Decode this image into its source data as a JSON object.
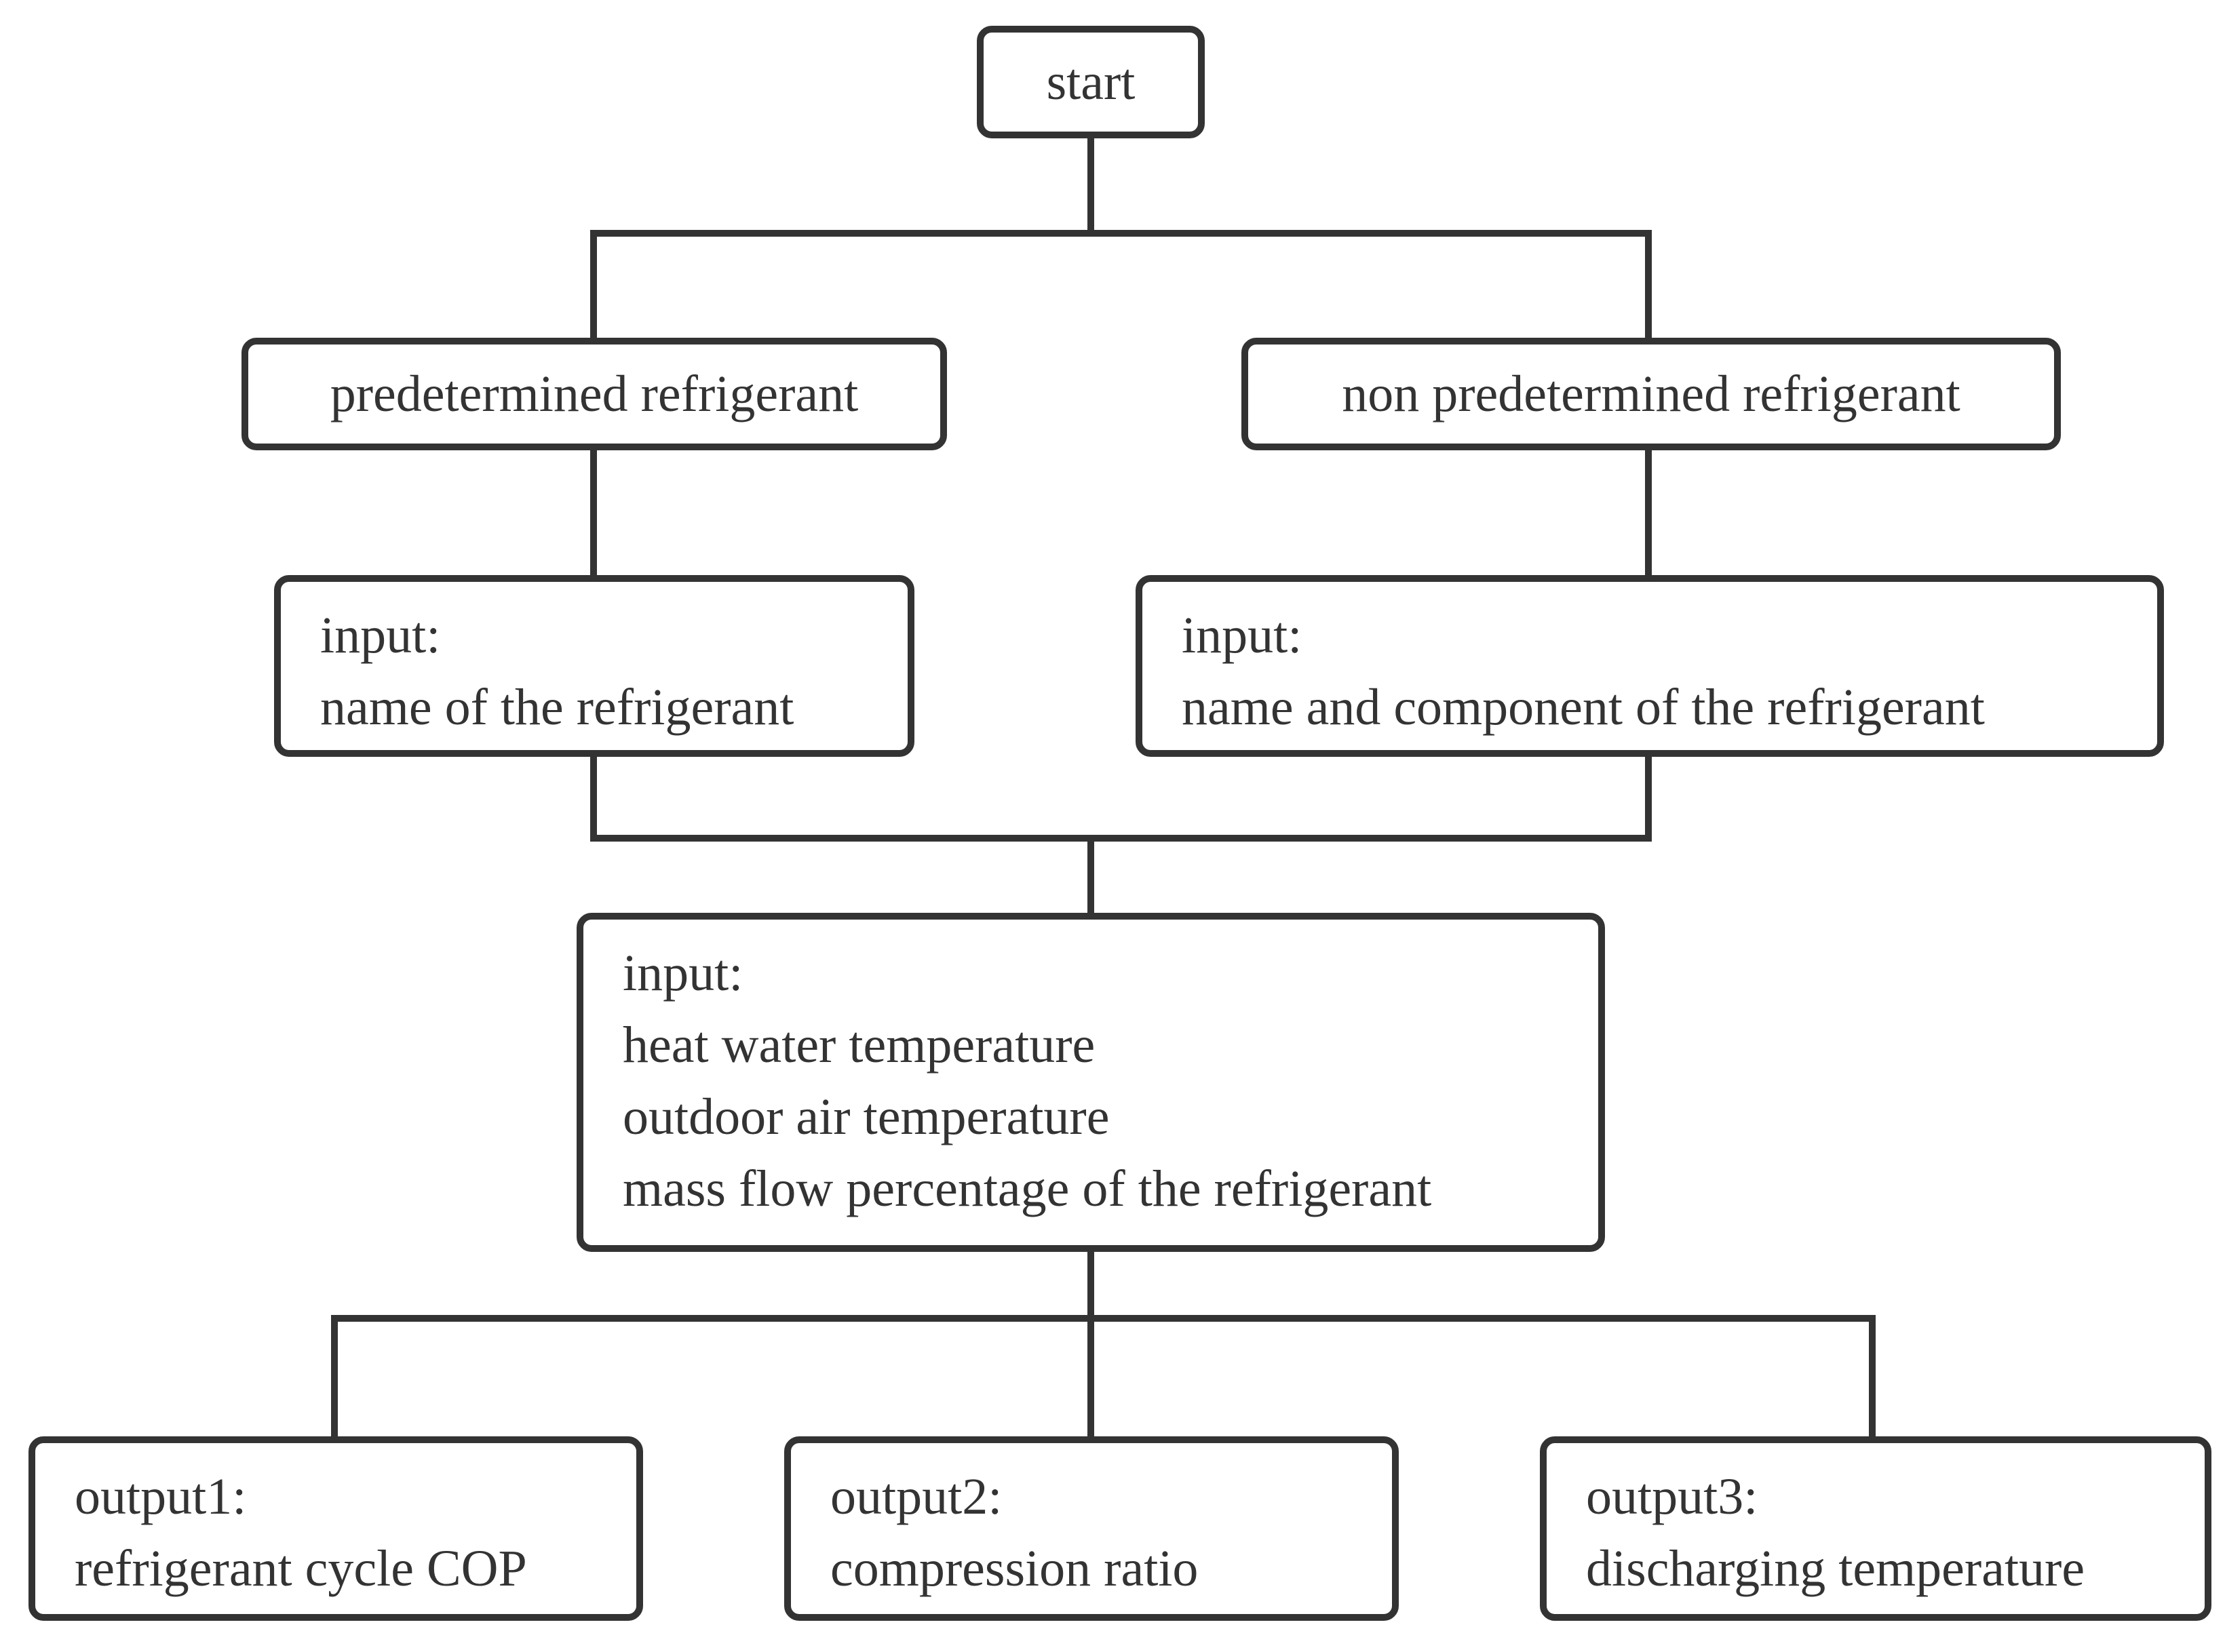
{
  "flowchart": {
    "start": "start",
    "branches": {
      "predetermined": "predetermined refrigerant",
      "non_predetermined": "non predetermined refrigerant"
    },
    "inputs": {
      "predetermined": {
        "heading": "input:",
        "lines": [
          "name of the refrigerant"
        ]
      },
      "non_predetermined": {
        "heading": "input:",
        "lines": [
          "name and component of the refrigerant"
        ]
      },
      "conditions": {
        "heading": "input:",
        "lines": [
          "heat water temperature",
          "outdoor air temperature",
          "mass flow percentage of the refrigerant"
        ]
      }
    },
    "outputs": [
      {
        "heading": "output1:",
        "text": "refrigerant cycle COP"
      },
      {
        "heading": "output2:",
        "text": "compression ratio"
      },
      {
        "heading": "output3:",
        "text": "discharging temperature"
      }
    ]
  },
  "colors": {
    "stroke": "#333333",
    "text": "#333333",
    "background": "#ffffff"
  }
}
